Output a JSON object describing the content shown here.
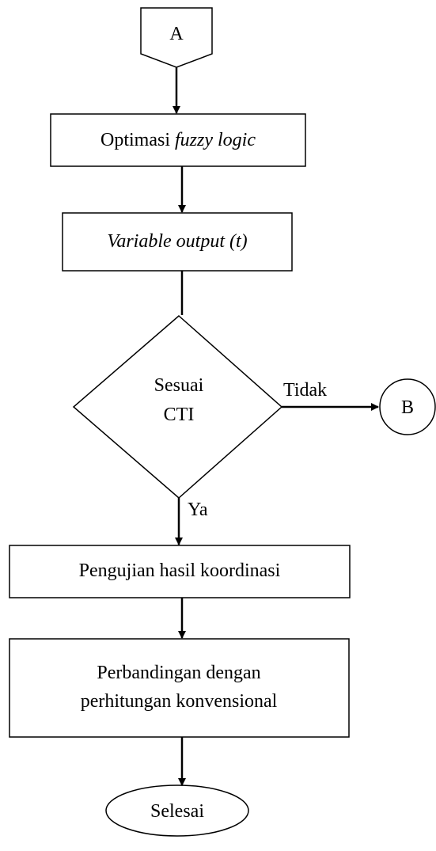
{
  "connector_a": {
    "label": "A"
  },
  "step_optimasi": {
    "text": "Optimasi ",
    "text_italic": "fuzzy logic"
  },
  "step_variable_output": {
    "text": "Variable output (t)"
  },
  "decision": {
    "line1": "Sesuai",
    "line2": "CTI",
    "no_label": "Tidak",
    "yes_label": "Ya"
  },
  "connector_b": {
    "label": "B"
  },
  "step_pengujian": {
    "text": "Pengujian hasil koordinasi"
  },
  "step_perbandingan": {
    "line1": "Perbandingan dengan",
    "line2": "perhitungan konvensional"
  },
  "terminal_end": {
    "label": "Selesai"
  },
  "colors": {
    "stroke": "#000000",
    "background": "#ffffff"
  }
}
